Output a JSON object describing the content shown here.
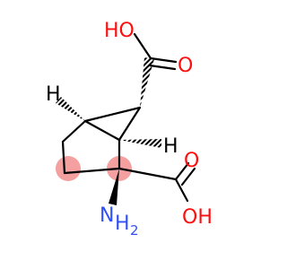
{
  "molecule": {
    "labels": {
      "top_oh": "HO",
      "top_o": "O",
      "right_o": "O",
      "right_oh": "OH",
      "h_left": "H",
      "h_right": "H",
      "amine_n": "N",
      "amine_h": "H",
      "amine_sub": "2"
    },
    "colors": {
      "oxygen": "#ff0d0d",
      "nitrogen": "#3050f8",
      "bond": "#000000",
      "highlight": "#f4a0a0"
    }
  }
}
